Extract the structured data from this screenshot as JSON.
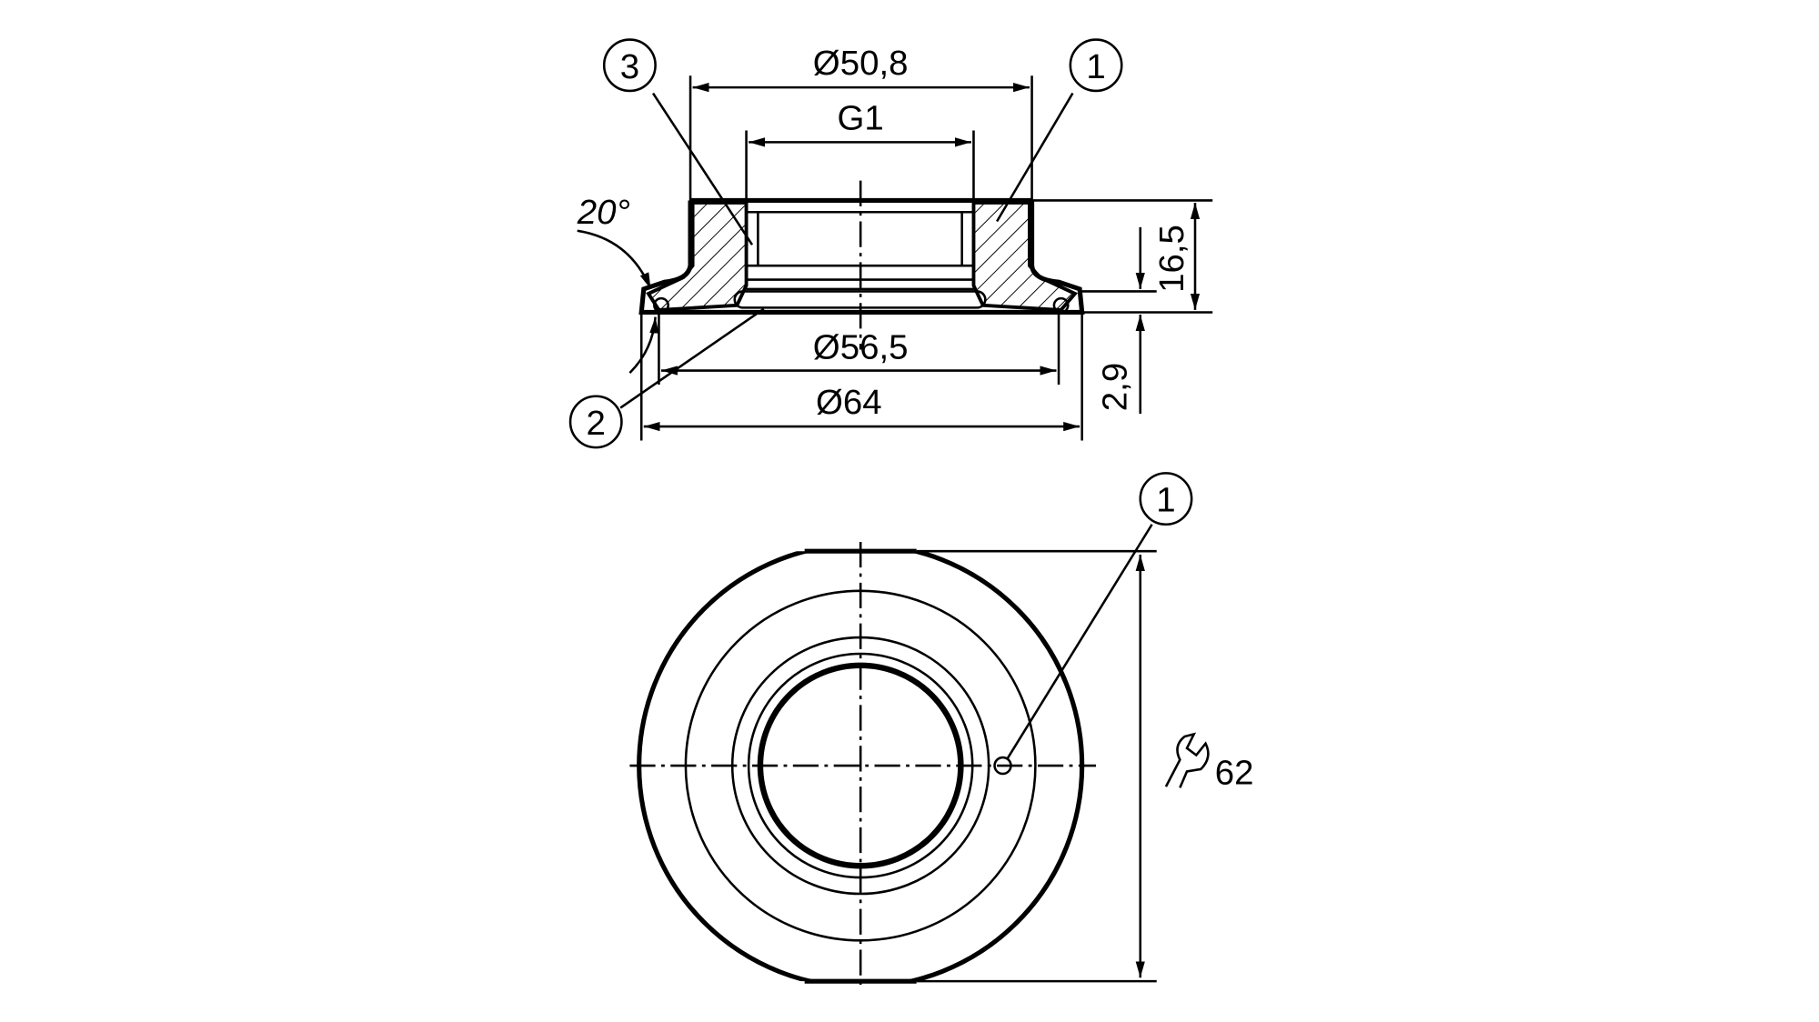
{
  "section_view": {
    "dim_outer_top": "Ø50,8",
    "dim_thread": "G1",
    "dim_seal": "Ø56,5",
    "dim_flange": "Ø64",
    "dim_height": "16,5",
    "dim_flange_height": "2,9",
    "angle": "20°",
    "callouts": [
      "3",
      "1",
      "2"
    ]
  },
  "top_view": {
    "callout": "1",
    "wrench_size": "62",
    "wrench_icon": "wrench-icon"
  },
  "colors": {
    "line": "#000000",
    "background": "#ffffff"
  }
}
